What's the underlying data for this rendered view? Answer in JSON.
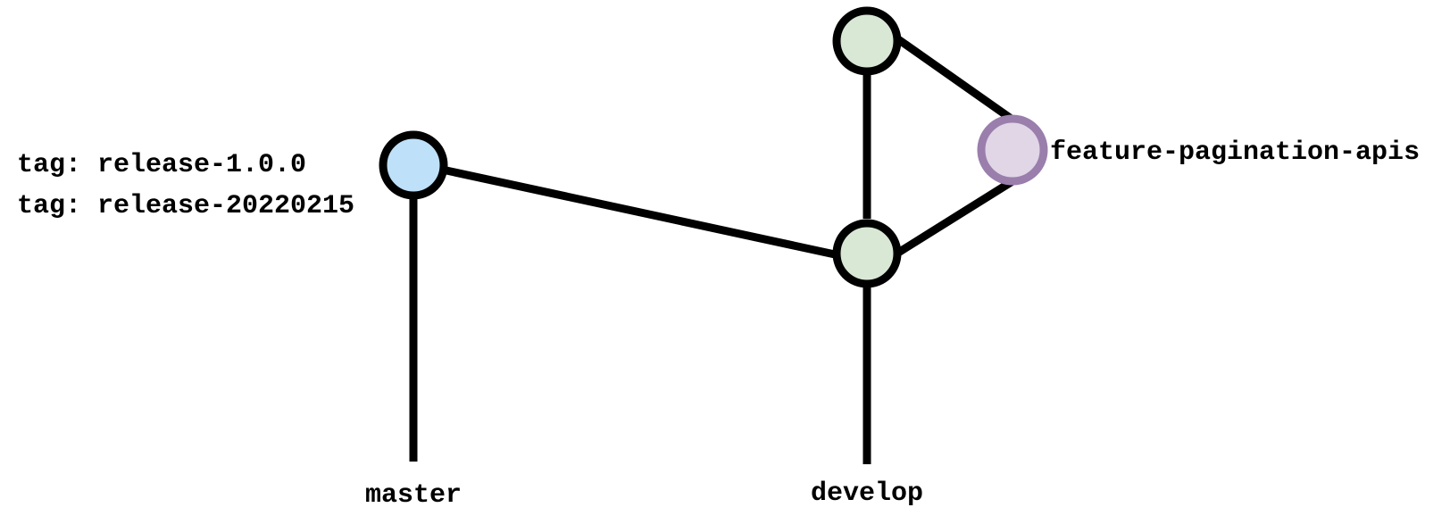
{
  "graph": {
    "commits": [
      {
        "id": "release",
        "fill": "#bee0f8",
        "stroke": "#000000",
        "tags": [
          "tag: release-1.0.0",
          "tag: release-20220215"
        ]
      },
      {
        "id": "develop_top",
        "fill": "#d8e8d5",
        "stroke": "#000000"
      },
      {
        "id": "feature",
        "fill": "#e0d6e6",
        "stroke": "#9a7eac",
        "branch_label": "feature-pagination-apis"
      },
      {
        "id": "develop_merge",
        "fill": "#d8e8d5",
        "stroke": "#000000"
      }
    ],
    "edges": [
      [
        "release",
        "develop_merge"
      ],
      [
        "develop_top",
        "develop_merge"
      ],
      [
        "develop_top",
        "feature"
      ],
      [
        "feature",
        "develop_merge"
      ]
    ],
    "branches": [
      {
        "name": "master",
        "head": "release"
      },
      {
        "name": "develop",
        "head": "develop_merge"
      }
    ]
  }
}
